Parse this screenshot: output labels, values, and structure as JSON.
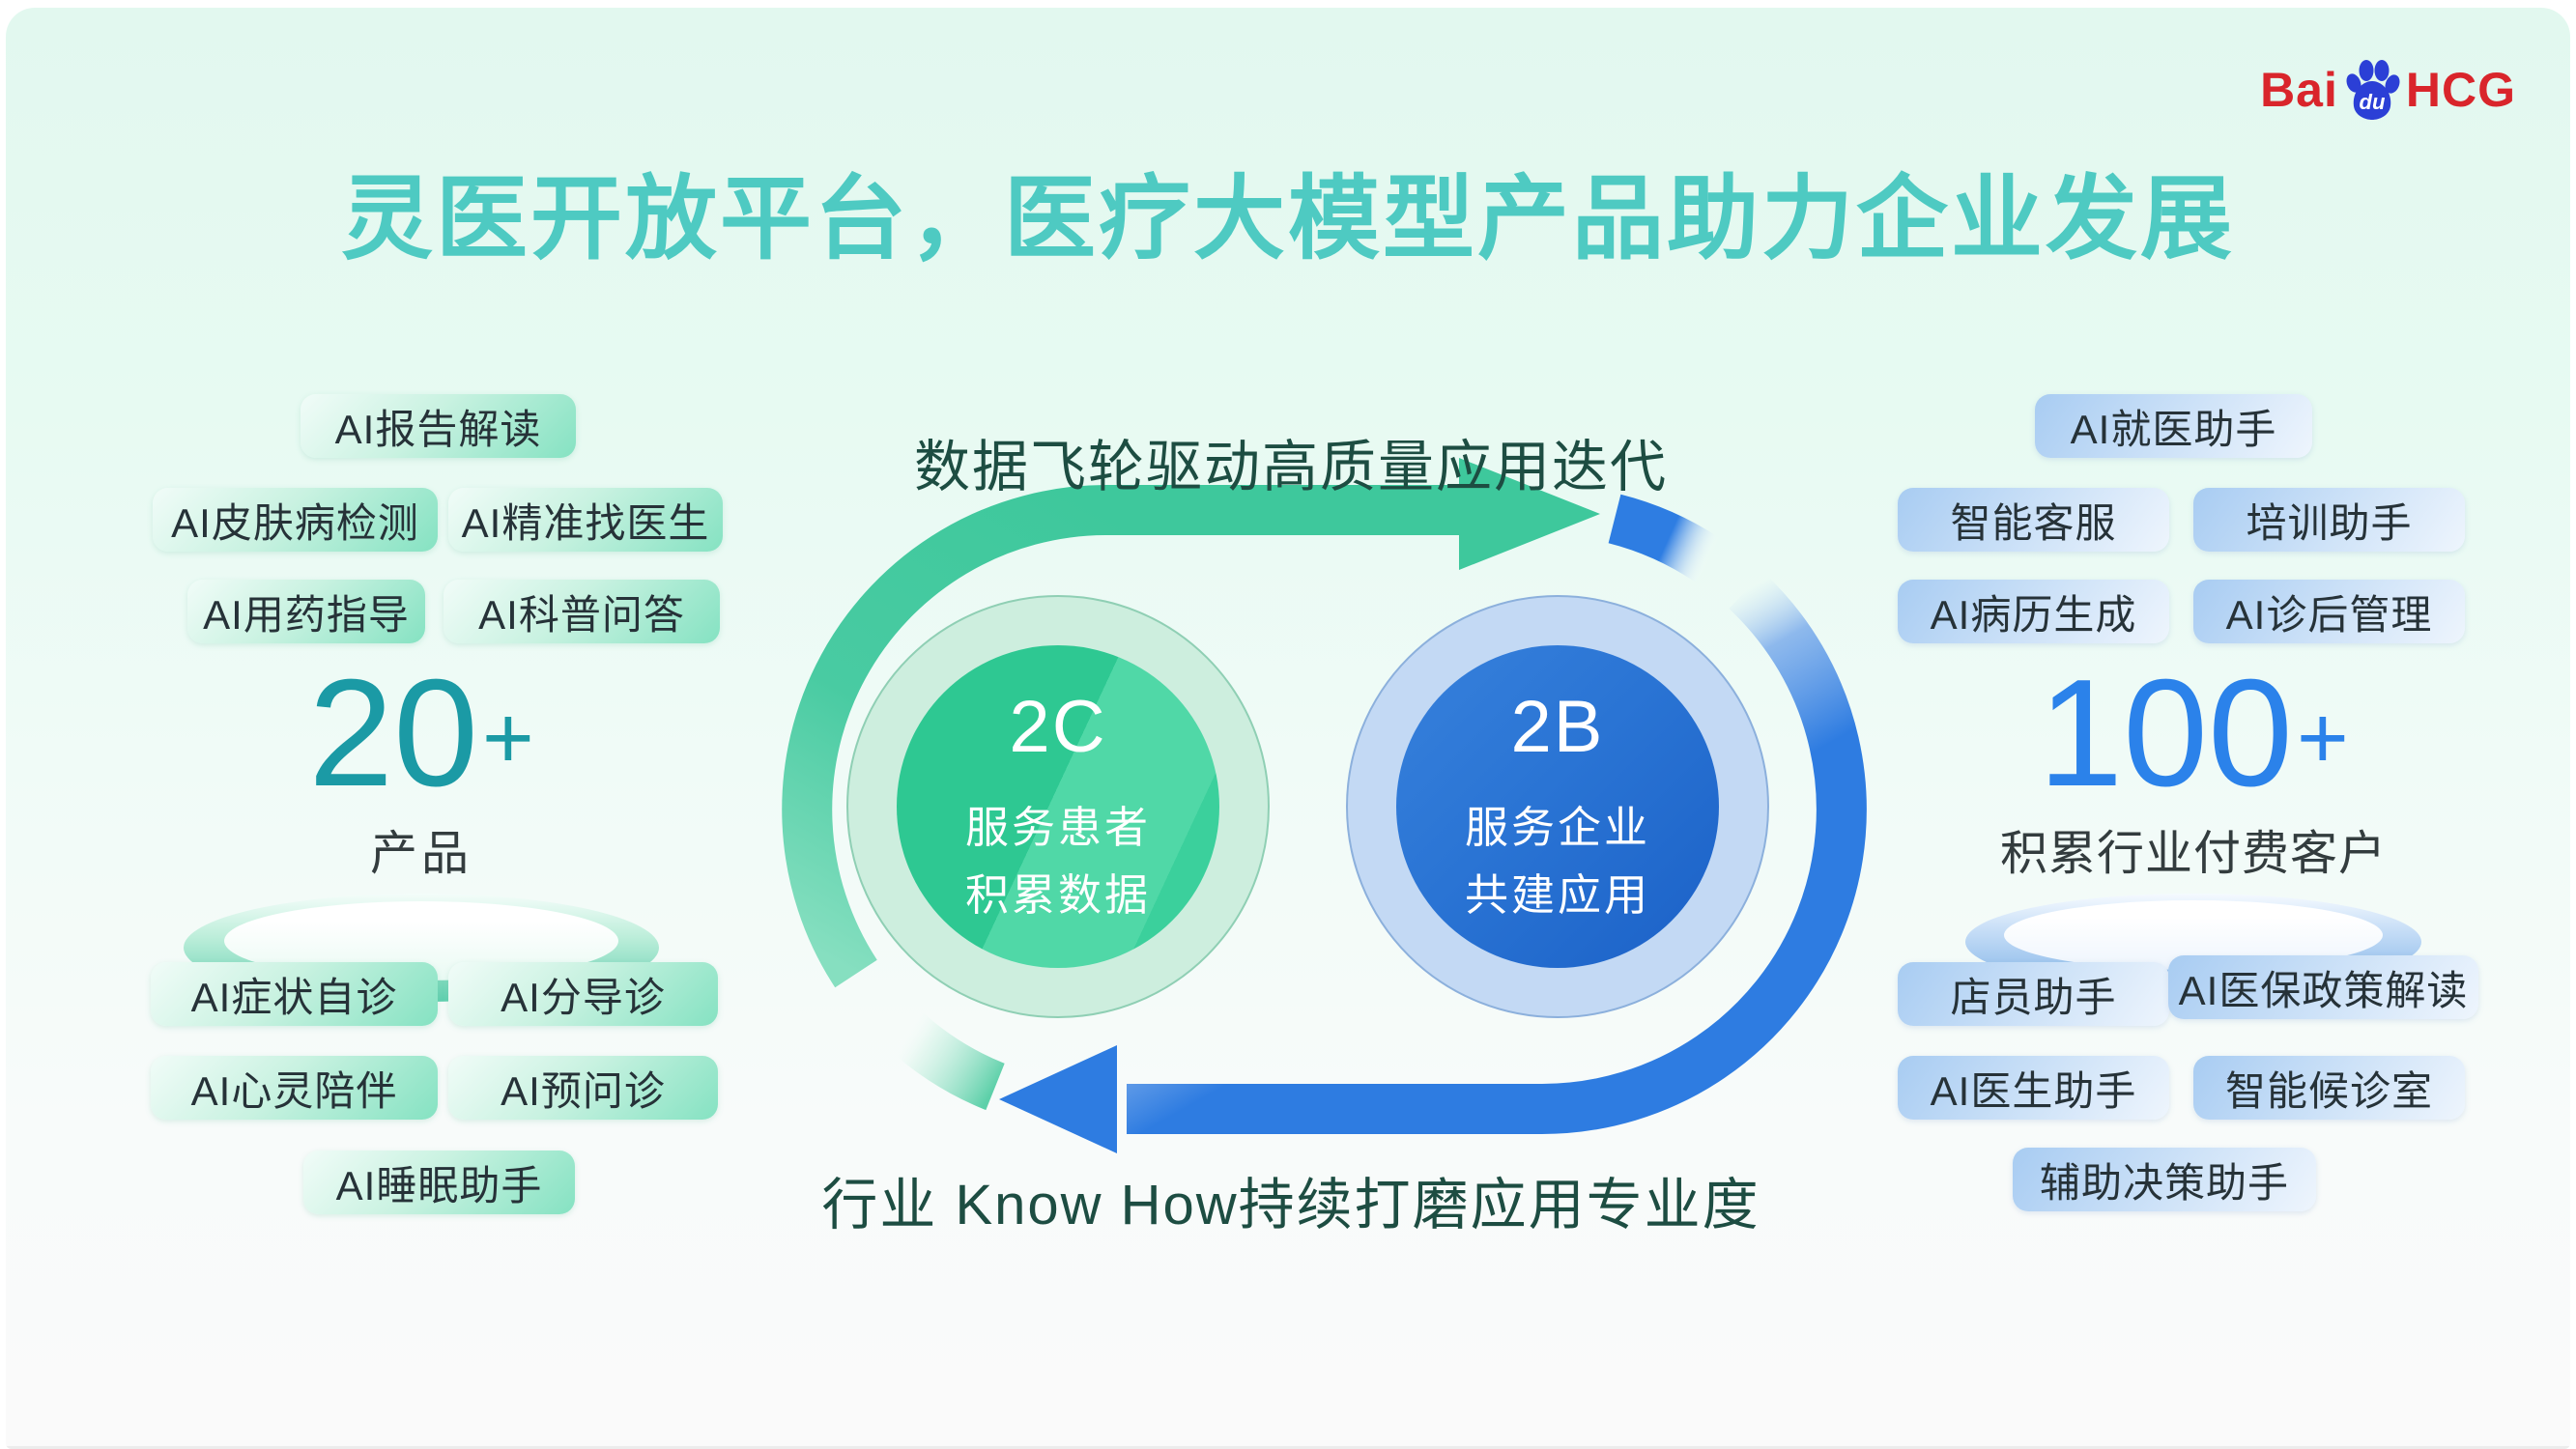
{
  "logo": {
    "bai": "Bai",
    "du": "du",
    "hcg": "HCG"
  },
  "title": "灵医开放平台，医疗大模型产品助力企业发展",
  "flywheel": {
    "top_label": "数据飞轮驱动高质量应用迭代",
    "bottom_label": "行业 Know How持续打磨应用专业度",
    "c2": {
      "name": "2C",
      "line1": "服务患者",
      "line2": "积累数据"
    },
    "b2": {
      "name": "2B",
      "line1": "服务企业",
      "line2": "共建应用"
    }
  },
  "left": {
    "stat": {
      "value": "20",
      "plus": "+",
      "label": "产品"
    },
    "tags": [
      "AI报告解读",
      "AI皮肤病检测",
      "AI精准找医生",
      "AI用药指导",
      "AI科普问答",
      "AI症状自诊",
      "AI分导诊",
      "AI心灵陪伴",
      "AI预问诊",
      "AI睡眠助手"
    ]
  },
  "right": {
    "stat": {
      "value": "100",
      "plus": "+",
      "label": "积累行业付费客户"
    },
    "tags": [
      "AI就医助手",
      "智能客服",
      "培训助手",
      "AI病历生成",
      "AI诊后管理",
      "店员助手",
      "AI医保政策解读",
      "AI医生助手",
      "智能候诊室",
      "辅助决策助手"
    ]
  },
  "colors": {
    "title_teal": "#4ecac2",
    "arrow_green": "#3ec89c",
    "arrow_blue": "#2e7ce1",
    "stat_teal": "#1b9aa5",
    "stat_blue": "#2b82ea",
    "label_dark_green": "#1d4d42",
    "logo_red": "#d9252b",
    "logo_paw_blue": "#2b3fd6"
  }
}
